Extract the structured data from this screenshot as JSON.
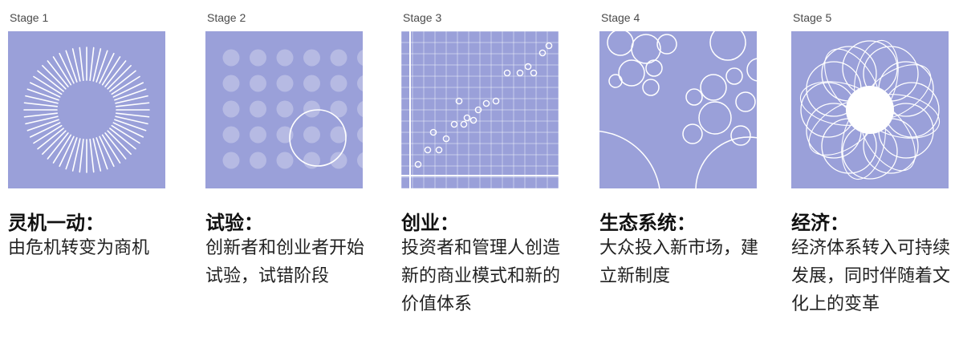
{
  "stages": [
    {
      "label": "Stage 1",
      "title": "灵机一动：",
      "desc": "由危机转变为商机"
    },
    {
      "label": "Stage 2",
      "title": "试验：",
      "desc": "创新者和创业者开始试验，试错阶段"
    },
    {
      "label": "Stage 3",
      "title": "创业：",
      "desc": "投资者和管理人创造新的商业模式和新的价值体系"
    },
    {
      "label": "Stage 4",
      "title": "生态系统：",
      "desc": "大众投入新市场，建立新制度"
    },
    {
      "label": "Stage 5",
      "title": "经济：",
      "desc": "经济体系转入可持续发展，同时伴随着文化上的变革"
    }
  ],
  "colors": {
    "panel": "#9aa0d9",
    "line": "#ffffff"
  }
}
